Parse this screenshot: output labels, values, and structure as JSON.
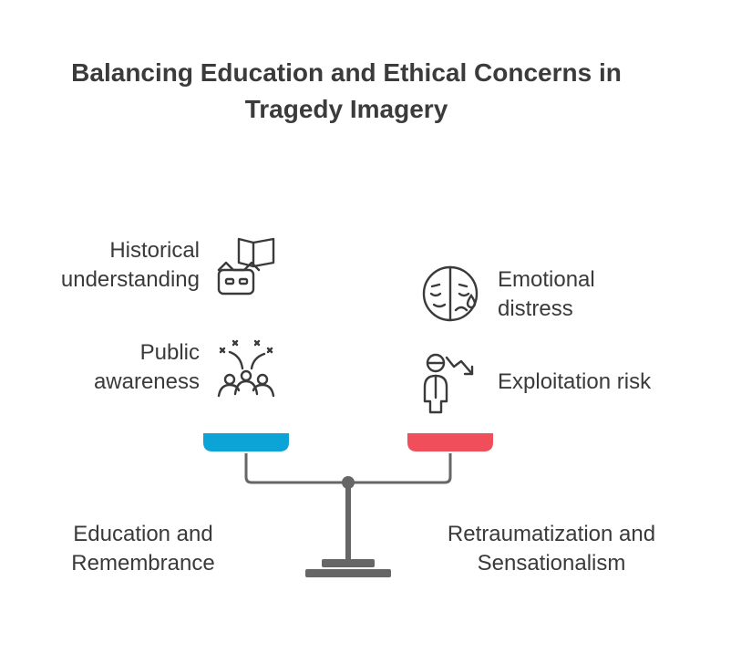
{
  "title": {
    "line1": "Balancing Education and Ethical Concerns in",
    "line2": "Tragedy Imagery"
  },
  "left_side": {
    "items": [
      {
        "line1": "Historical",
        "line2": "understanding",
        "icon": "book-vr-headset-icon"
      },
      {
        "line1": "Public",
        "line2": "awareness",
        "icon": "crowd-celebration-icon"
      }
    ],
    "pan_color": "#0ca3d6",
    "base_label": {
      "line1": "Education and",
      "line2": "Remembrance"
    }
  },
  "right_side": {
    "items": [
      {
        "line1": "Emotional",
        "line2": "distress",
        "icon": "crying-mask-icon"
      },
      {
        "line1": "Exploitation risk",
        "icon": "person-downtrend-icon"
      }
    ],
    "pan_color": "#f04e5b",
    "base_label": {
      "line1": "Retraumatization and",
      "line2": "Sensationalism"
    }
  },
  "colors": {
    "text": "#3a3a3a",
    "scale": "#666666"
  }
}
